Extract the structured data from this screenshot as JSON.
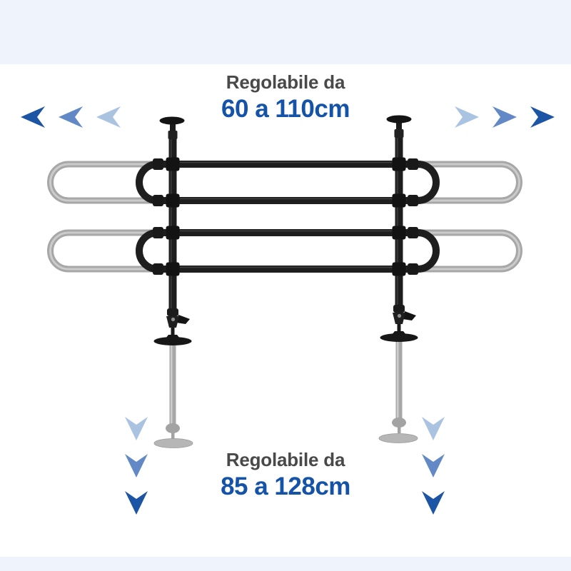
{
  "width_annotation": {
    "label": "Regolabile da",
    "value": "60 a 110cm"
  },
  "height_annotation": {
    "label": "Regolabile da",
    "value": "85 a 128cm"
  },
  "colors": {
    "band": "#eef3fc",
    "label_text": "#494949",
    "value_text": "#1553a8",
    "arrow_dark": "#1d55a5",
    "arrow_medium": "#6289c5",
    "arrow_light": "#a9c3e1",
    "frame_black": "#1e1e1e",
    "ghost_gray": "#a7a7a7"
  }
}
